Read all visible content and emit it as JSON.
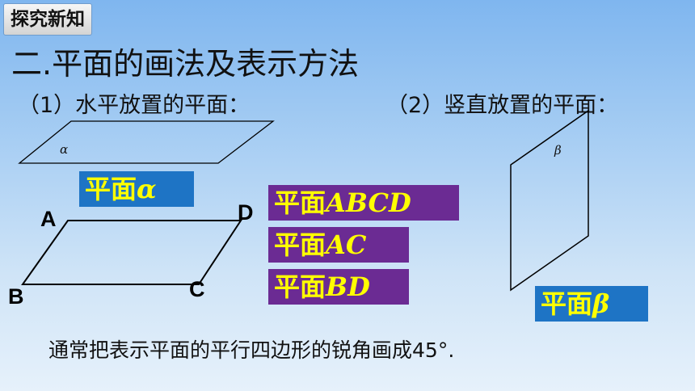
{
  "section_tag": "探究新知",
  "title": "二.平面的画法及表示方法",
  "horizontal_caption": "（1）水平放置的平面：",
  "vertical_caption": "（2）竖直放置的平面：",
  "plane_alpha_symbol": "α",
  "plane_beta_symbol": "β",
  "boxes": {
    "alpha": {
      "prefix": "平面",
      "name": "α"
    },
    "abcd": {
      "prefix": "平面",
      "name": "ABCD"
    },
    "ac": {
      "prefix": "平面",
      "name": "AC"
    },
    "bd": {
      "prefix": "平面",
      "name": "BD"
    },
    "beta": {
      "prefix": "平面",
      "name": "β"
    }
  },
  "vertices": {
    "a": "A",
    "b": "B",
    "c": "C",
    "d": "D"
  },
  "footer_note": "通常把表示平面的平行四边形的锐角画成45°.",
  "colors": {
    "box_blue": "#1e74c5",
    "box_purple": "#6b2b93",
    "box_text": "#ffff00"
  }
}
